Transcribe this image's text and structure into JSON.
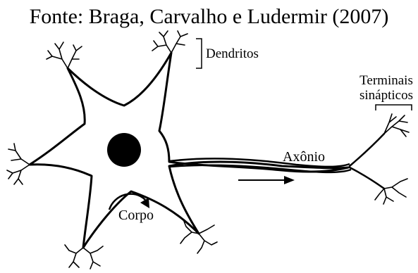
{
  "caption": "Fonte: Braga, Carvalho e Ludermir (2007)",
  "labels": {
    "dendrites": "Dendritos",
    "terminals_line1": "Terminais",
    "terminals_line2": "sinápticos",
    "axon": "Axônio",
    "body": "Corpo"
  },
  "colors": {
    "ink": "#000000",
    "background": "#ffffff"
  }
}
